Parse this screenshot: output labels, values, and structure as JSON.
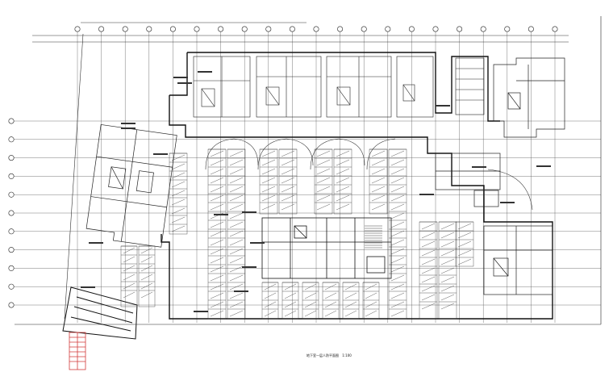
{
  "drawing": {
    "title": "地下室一层人防平面图",
    "scale": "1:100"
  },
  "grid": {
    "columns": 21,
    "rows": 11
  },
  "colors": {
    "line": "#222222",
    "gridline": "#555555",
    "stamp": "#d23a3a",
    "ramp_hatch": "#444444"
  }
}
